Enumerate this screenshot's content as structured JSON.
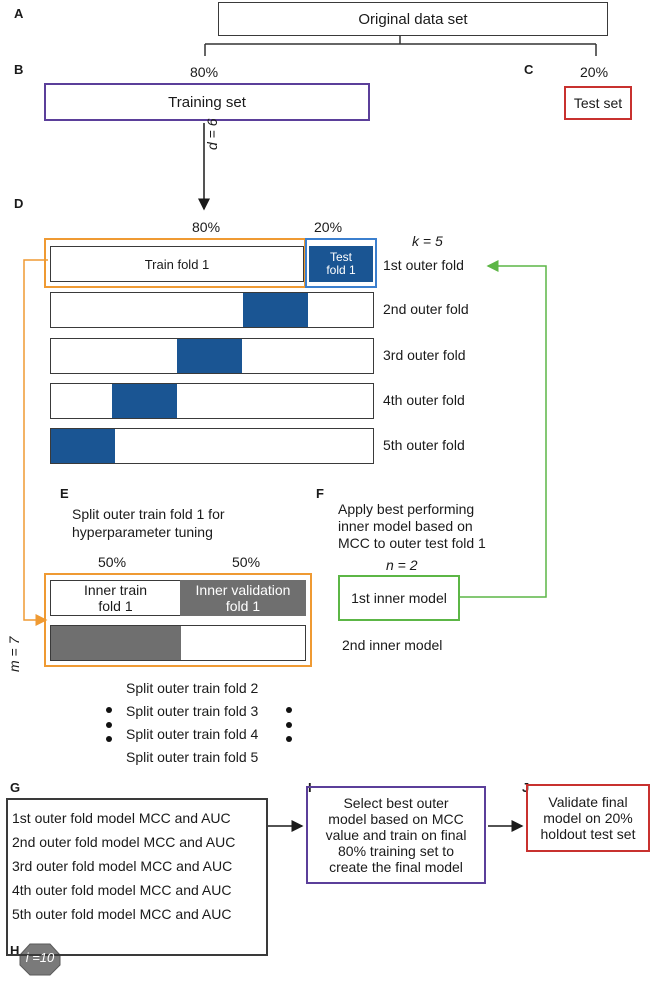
{
  "panels": {
    "A": "A",
    "B": "B",
    "C": "C",
    "D": "D",
    "E": "E",
    "F": "F",
    "G": "G",
    "H": "H",
    "I": "I",
    "J": "J"
  },
  "top": {
    "original": "Original data set",
    "train_pct": "80%",
    "test_pct": "20%",
    "training_set": "Training set",
    "test_set": "Test set",
    "d_label": "d = 6"
  },
  "outer": {
    "train_pct": "80%",
    "test_pct": "20%",
    "k_label": "k = 5",
    "train_fold": "Train fold 1",
    "test_fold_line1": "Test",
    "test_fold_line2": "fold 1",
    "folds": [
      "1st outer fold",
      "2nd outer fold",
      "3rd outer fold",
      "4th outer fold",
      "5th outer fold"
    ],
    "m_label": "m = 7"
  },
  "inner": {
    "title_line1": "Split outer train fold 1 for",
    "title_line2": "hyperparameter tuning",
    "pct_left": "50%",
    "pct_right": "50%",
    "train_line1": "Inner train",
    "train_line2": "fold 1",
    "val_line1": "Inner validation",
    "val_line2": "fold 1",
    "splits": [
      "Split outer train fold 2",
      "Split outer train fold 3",
      "Split outer train fold 4",
      "Split outer train fold 5"
    ]
  },
  "apply": {
    "line1": "Apply best performing",
    "line2": "inner model based on",
    "line3": "MCC to outer test fold 1",
    "n_label": "n = 2",
    "model1": "1st inner model",
    "model2": "2nd inner model"
  },
  "results": {
    "rows": [
      "1st outer fold model MCC and AUC",
      "2nd outer fold model MCC and AUC",
      "3rd outer fold model MCC and AUC",
      "4th outer fold model MCC and AUC",
      "5th outer fold model MCC and AUC"
    ]
  },
  "select": {
    "line1": "Select best outer",
    "line2": "model based on MCC",
    "line3": "value and train on final",
    "line4": "80% training set to",
    "line5": "create the final model"
  },
  "validate": {
    "line1": "Validate final",
    "line2": "model on 20%",
    "line3": "holdout test set"
  },
  "iterations": {
    "label": "i =10"
  },
  "colors": {
    "purple": "#5b3f9a",
    "red": "#c8312f",
    "orange": "#ef9a33",
    "blue": "#3b7fce",
    "navy": "#1a5593",
    "green": "#5cb646",
    "gray": "#6f6f6f"
  }
}
